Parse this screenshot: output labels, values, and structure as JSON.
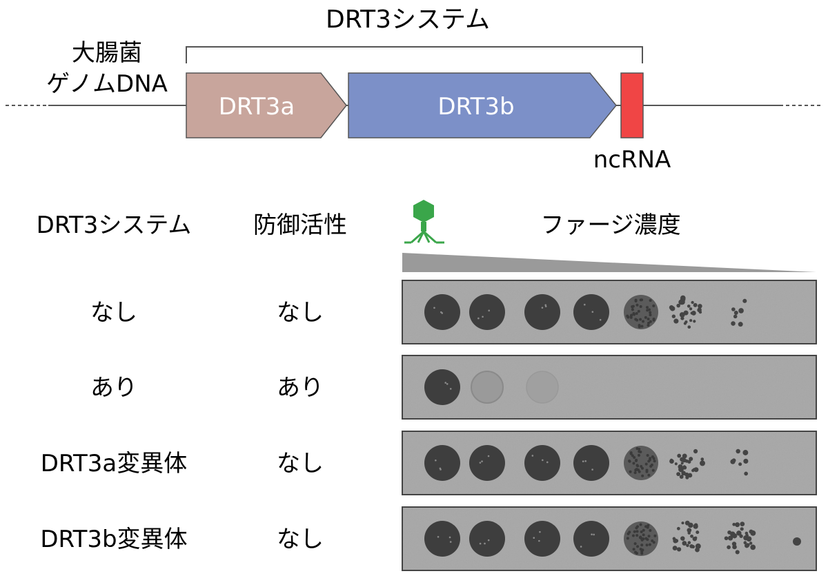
{
  "gene_map": {
    "system_title": "DRT3システム",
    "host_label_line1": "大腸菌",
    "host_label_line2": "ゲノムDNA",
    "gene_a": "DRT3a",
    "gene_b": "DRT3b",
    "ncrna": "ncRNA",
    "colors": {
      "gene_a": "#c8a59c",
      "gene_b": "#7c90c8",
      "ncrna": "#f04545",
      "line": "#555555"
    }
  },
  "assay": {
    "headers": {
      "system": "DRT3システム",
      "activity": "防御活性",
      "phage": "ファージ濃度"
    },
    "phage_icon": "phage-icon",
    "phage_color": "#3aa64a",
    "rows": [
      {
        "system": "なし",
        "activity": "なし",
        "spots": [
          "clear",
          "clear",
          "clear",
          "clear",
          "turbid",
          "plaques",
          "few-plaques",
          "none"
        ]
      },
      {
        "system": "あり",
        "activity": "あり",
        "spots": [
          "clear",
          "faint",
          "very-faint",
          "none",
          "none",
          "none",
          "none",
          "none"
        ]
      },
      {
        "system": "DRT3a変異体",
        "activity": "なし",
        "spots": [
          "clear",
          "clear",
          "clear",
          "clear",
          "turbid",
          "plaques",
          "few-plaques",
          "none"
        ]
      },
      {
        "system": "DRT3b変異体",
        "activity": "なし",
        "spots": [
          "clear",
          "clear",
          "clear",
          "clear",
          "turbid",
          "plaques",
          "plaques",
          "single"
        ]
      }
    ]
  }
}
